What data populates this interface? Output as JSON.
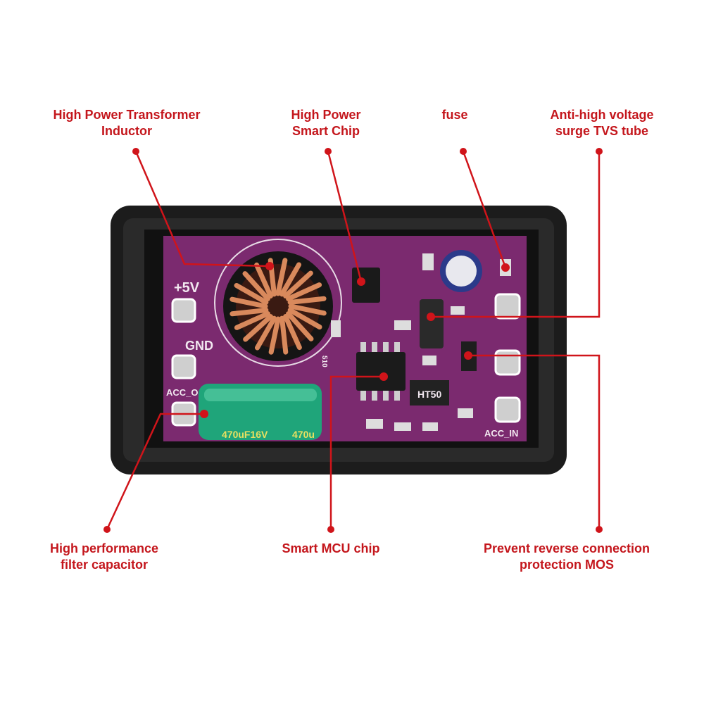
{
  "title": "PCB component callouts",
  "colors": {
    "label": "#c4161c",
    "callout_line": "#d0141a",
    "pcb": "#7b2a6f",
    "case": "#1c1c1c",
    "capacitor": "#1fa57a",
    "coil": "#d9895c"
  },
  "callouts": {
    "inductor": {
      "line1": "High Power Transformer",
      "line2": "Inductor"
    },
    "smart_chip": {
      "line1": "High Power",
      "line2": "Smart Chip"
    },
    "fuse": {
      "line1": "fuse"
    },
    "tvs": {
      "line1": "Anti-high voltage",
      "line2": "surge TVS tube"
    },
    "capacitor": {
      "line1": "High performance",
      "line2": "filter capacitor"
    },
    "mcu": {
      "line1": "Smart MCU chip"
    },
    "mos": {
      "line1": "Prevent reverse connection",
      "line2": "protection MOS"
    }
  },
  "board": {
    "pin_5v": "+5V",
    "pin_gnd": "GND",
    "pin_acc_out": "ACC_O",
    "pin_acc_in": "ACC_IN",
    "regulator_marking": "HT50",
    "capacitor_marking": "470uF16V",
    "capacitor_marking2": "470u",
    "resistor_marking": "510"
  }
}
